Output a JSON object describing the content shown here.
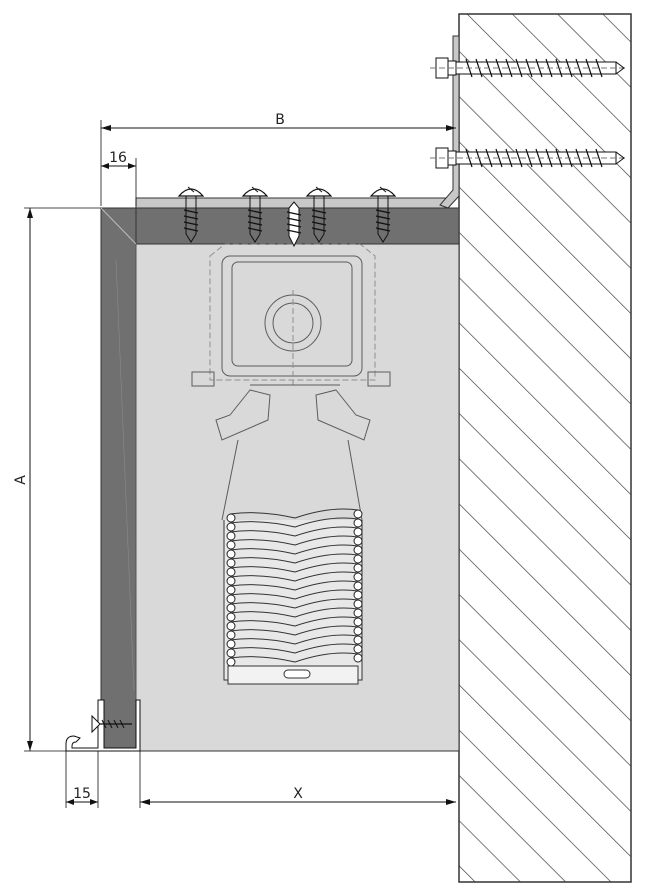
{
  "dimensions": {
    "b_label": "B",
    "a_label": "A",
    "x_label": "X",
    "sixteen_label": "16",
    "fifteen_label": "15"
  },
  "colors": {
    "box_fill": "#d8d8d8",
    "profile_dark": "#6e6e6e",
    "wall_hatch": "#444444",
    "line": "#111111"
  }
}
